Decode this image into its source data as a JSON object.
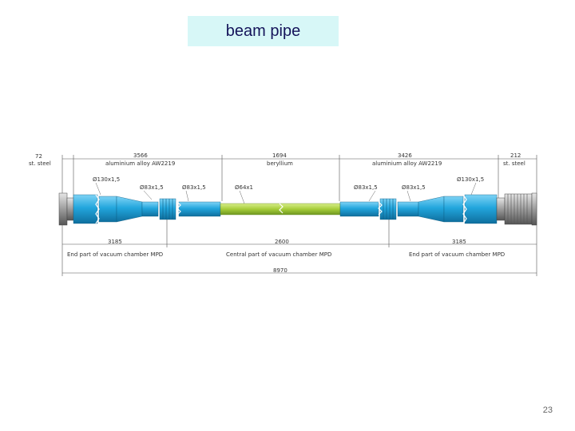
{
  "slide": {
    "title": "beam pipe",
    "page_number": "23"
  },
  "drawing": {
    "top_labels": {
      "left_dim": "72",
      "left_material": "st. steel",
      "al_left_dim": "3566",
      "al_left_material": "aluminium alloy AW2219",
      "be_dim": "1694",
      "be_material": "beryllium",
      "al_right_dim": "3426",
      "al_right_material": "aluminium alloy AW2219",
      "right_dim": "212",
      "right_material": "st. steel"
    },
    "diameters": {
      "d130_left": "Ø130x1,5",
      "d83_1": "Ø83x1,5",
      "d83_2": "Ø83x1,5",
      "d64": "Ø64x1",
      "d83_3": "Ø83x1,5",
      "d83_4": "Ø83x1,5",
      "d130_right": "Ø130x1,5"
    },
    "bottom_labels": {
      "left_len": "3185",
      "left_part": "End part of vacuum chamber MPD",
      "central_len": "2600",
      "central_part": "Central part of vacuum chamber MPD",
      "right_len": "3185",
      "right_part": "End part of vacuum chamber MPD",
      "total_len": "8970"
    },
    "colors": {
      "aluminium": "#1e9fd6",
      "beryllium": "#a8cf3c",
      "steel": "#9a9a9a",
      "dim_line": "#555555"
    }
  }
}
